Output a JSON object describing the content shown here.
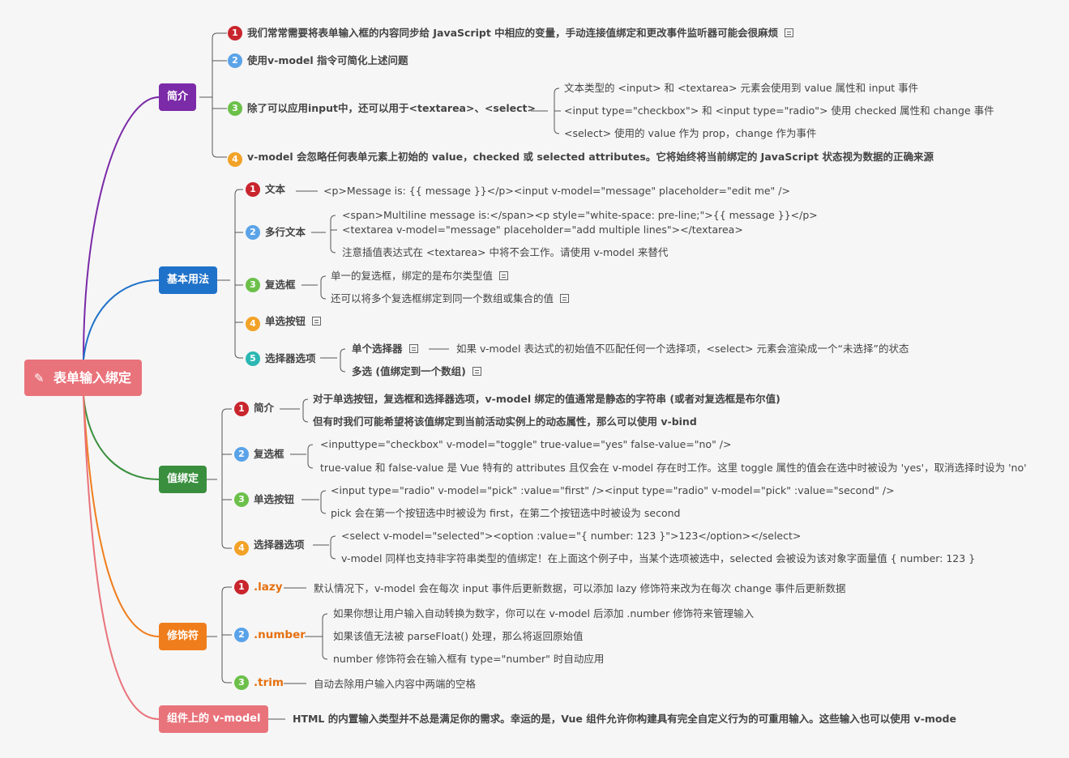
{
  "root": {
    "title": "表单输入绑定",
    "icon": "pencil-icon",
    "color": "#e9737b"
  },
  "colors": {
    "purple": "#7b2aa8",
    "blue": "#1f72c9",
    "green": "#3a8f3e",
    "orange": "#f07d1b",
    "pink": "#e9737b",
    "n_red": "#c9252d",
    "n_lblue": "#5aa3e8",
    "n_green": "#6cc04a",
    "n_orange": "#f2a227",
    "n_teal": "#2bb7b3"
  },
  "intro": {
    "label": "简介",
    "items": [
      "我们常常需要将表单输入框的内容同步给 JavaScript 中相应的变量，手动连接值绑定和更改事件监听器可能会很麻烦",
      "使用v-model 指令可简化上述问题",
      "除了可以应用input中，还可以用于<textarea>、<select>",
      "v-model 会忽略任何表单元素上初始的 value，checked 或 selected attributes。它将始终将当前绑定的 JavaScript 状态视为数据的正确来源"
    ],
    "sub3": [
      "文本类型的 <input> 和 <textarea> 元素会使用到 value 属性和 input 事件",
      "<input type=\"checkbox\"> 和 <input type=\"radio\"> 使用 checked 属性和 change 事件",
      "<select> 使用的 value 作为 prop，change 作为事件"
    ]
  },
  "basic": {
    "label": "基本用法",
    "items": [
      "文本",
      "多行文本",
      "复选框",
      "单选按钮",
      "选择器选项"
    ],
    "text_detail": "<p>Message is: {{ message }}</p><input v-model=\"message\" placeholder=\"edit me\" />",
    "multiline": [
      "<span>Multiline message is:</span><p style=\"white-space: pre-line;\">{{ message }}</p>",
      "<textarea v-model=\"message\" placeholder=\"add multiple lines\"></textarea>",
      "注意插值表达式在 <textarea> 中将不会工作。请使用 v-model 来替代"
    ],
    "checkbox": [
      "单一的复选框，绑定的是布尔类型值",
      "还可以将多个复选框绑定到同一个数组或集合的值"
    ],
    "select": [
      "单个选择器",
      "多选 (值绑定到一个数组)"
    ],
    "select_note": "如果 v-model 表达式的初始值不匹配任何一个选择项，<select> 元素会渲染成一个“未选择”的状态"
  },
  "binding": {
    "label": "值绑定",
    "items": [
      "简介",
      "复选框",
      "单选按钮",
      "选择器选项"
    ],
    "intro": [
      "对于单选按钮，复选框和选择器选项，v-model 绑定的值通常是静态的字符串 (或者对复选框是布尔值)",
      "但有时我们可能希望将该值绑定到当前活动实例上的动态属性，那么可以使用 v-bind"
    ],
    "checkbox": [
      "<inputtype=\"checkbox\" v-model=\"toggle\"  true-value=\"yes\"  false-value=\"no\" />",
      "true-value 和 false-value 是 Vue 特有的 attributes 且仅会在 v-model 存在时工作。这里 toggle 属性的值会在选中时被设为 'yes'，取消选择时设为 'no'"
    ],
    "radio": [
      "<input type=\"radio\" v-model=\"pick\" :value=\"first\" /><input type=\"radio\" v-model=\"pick\" :value=\"second\" />",
      "pick 会在第一个按钮选中时被设为 first，在第二个按钮选中时被设为 second"
    ],
    "select": [
      "<select v-model=\"selected\"><option :value=\"{ number: 123 }\">123</option></select>",
      "v-model 同样也支持非字符串类型的值绑定！在上面这个例子中，当某个选项被选中，selected 会被设为该对象字面量值 { number: 123 }"
    ]
  },
  "modifiers": {
    "label": "修饰符",
    "items": [
      ".lazy",
      ".number",
      ".trim"
    ],
    "lazy": "默认情况下，v-model 会在每次 input 事件后更新数据，可以添加 lazy 修饰符来改为在每次 change 事件后更新数据",
    "number": [
      "如果你想让用户输入自动转换为数字，你可以在 v-model 后添加 .number 修饰符来管理输入",
      "如果该值无法被 parseFloat() 处理，那么将返回原始值",
      "number 修饰符会在输入框有 type=\"number\" 时自动应用"
    ],
    "trim": "自动去除用户输入内容中两端的空格"
  },
  "component": {
    "label": "组件上的 v-model",
    "detail": "HTML 的内置输入类型并不总是满足你的需求。幸运的是，Vue 组件允许你构建具有完全自定义行为的可重用输入。这些输入也可以使用 v-mode"
  }
}
